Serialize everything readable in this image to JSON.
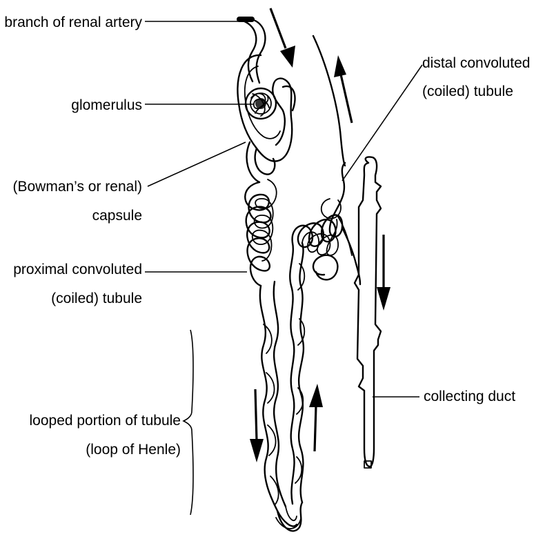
{
  "labels": {
    "branch_artery": "branch of renal artery",
    "glomerulus": "glomerulus",
    "capsule_line1": "(Bowman’s or renal)",
    "capsule_line2": "capsule",
    "proximal_line1": "proximal convoluted",
    "proximal_line2": "(coiled) tubule",
    "distal_line1": "distal convoluted",
    "distal_line2": "(coiled) tubule",
    "loop_line1": "looped portion of tubule",
    "loop_line2": "(loop of Henle)",
    "collecting_duct": "collecting duct"
  },
  "flow_arrows": [
    {
      "id": "arrow-into-artery",
      "direction": "down"
    },
    {
      "id": "arrow-vein-up",
      "direction": "up"
    },
    {
      "id": "arrow-duct-down",
      "direction": "down"
    },
    {
      "id": "arrow-loop-down",
      "direction": "down"
    },
    {
      "id": "arrow-loop-up",
      "direction": "up"
    }
  ]
}
